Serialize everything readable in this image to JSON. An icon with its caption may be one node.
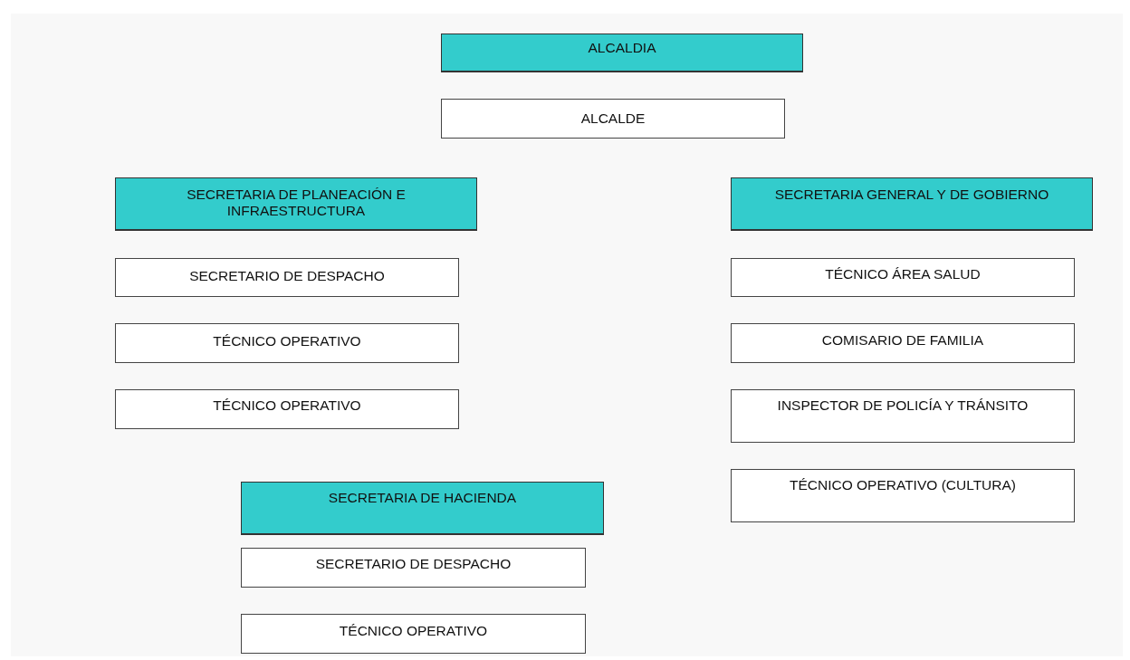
{
  "diagram": {
    "nodes": [
      {
        "text": [
          "ALCALDIA"
        ]
      },
      {
        "text": [
          "ALCALDE"
        ]
      },
      {
        "text": [
          "SECRETARIA DE PLANEACIÓN E INFRAESTRUCTURA"
        ]
      },
      {
        "text": [
          "SECRETARIO DE DESPACHO"
        ]
      },
      {
        "text": [
          "TÉCNICO OPERATIVO"
        ]
      },
      {
        "text": [
          "TÉCNICO OPERATIVO"
        ]
      },
      {
        "text": [
          "SECRETARIA DE HACIENDA"
        ]
      },
      {
        "text": [
          "SECRETARIO DE DESPACHO"
        ]
      },
      {
        "text": [
          "TÉCNICO OPERATIVO"
        ]
      },
      {
        "text": [
          "SECRETARIA GENERAL Y DE GOBIERNO"
        ]
      },
      {
        "text": [
          "TÉCNICO ÁREA SALUD"
        ]
      },
      {
        "text": [
          "COMISARIO DE FAMILIA"
        ]
      },
      {
        "text": [
          "INSPECTOR DE POLICÍA Y TRÁNSITO"
        ]
      },
      {
        "text": [
          "TÉCNICO OPERATIVO (CULTURA)"
        ]
      }
    ]
  }
}
